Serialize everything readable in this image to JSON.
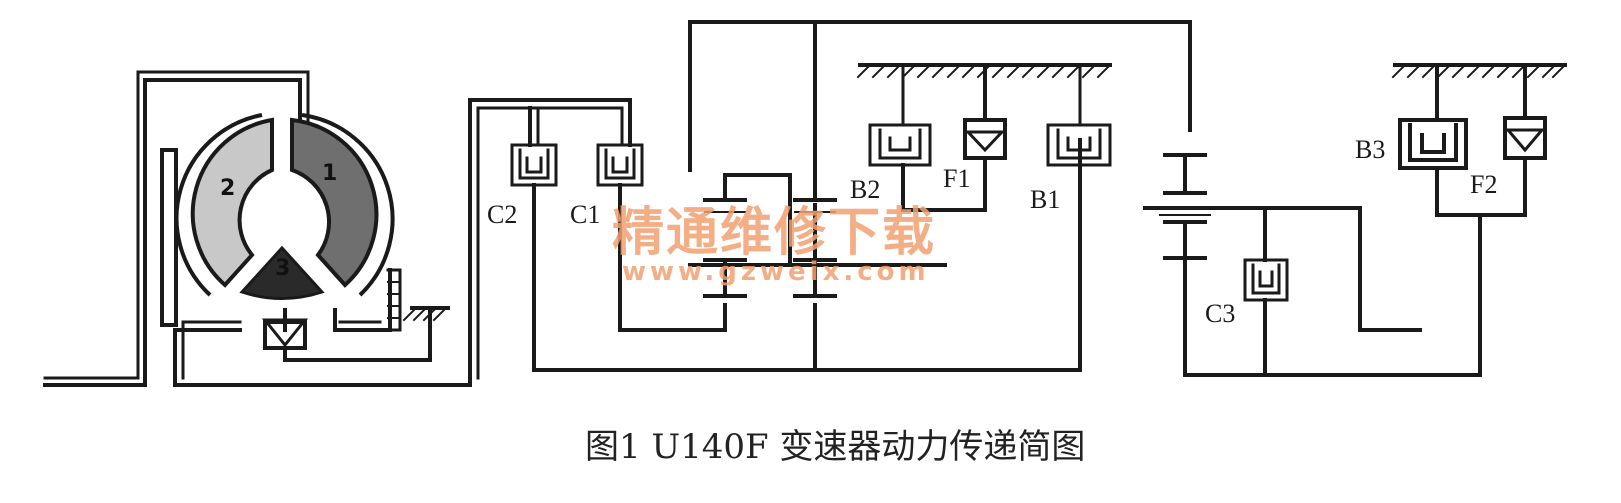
{
  "diagram": {
    "caption": "图1 U140F 变速器动力传递简图",
    "watermark": {
      "text": "精通维修下载",
      "url": "www.gzweix.com"
    },
    "torque_converter": {
      "impeller": "1",
      "turbine": "2",
      "stator": "3"
    },
    "components": {
      "clutch_c1": "C1",
      "clutch_c2": "C2",
      "clutch_c3": "C3",
      "brake_b1": "B1",
      "brake_b2": "B2",
      "brake_b3": "B3",
      "oneway_f1": "F1",
      "oneway_f2": "F2"
    },
    "colors": {
      "line": "#1a1a1a",
      "turbine_fill": "#c8c8c8",
      "impeller_fill": "#6f6f6f",
      "stator_fill": "#2a2a2a",
      "watermark": "#f3a070"
    }
  }
}
